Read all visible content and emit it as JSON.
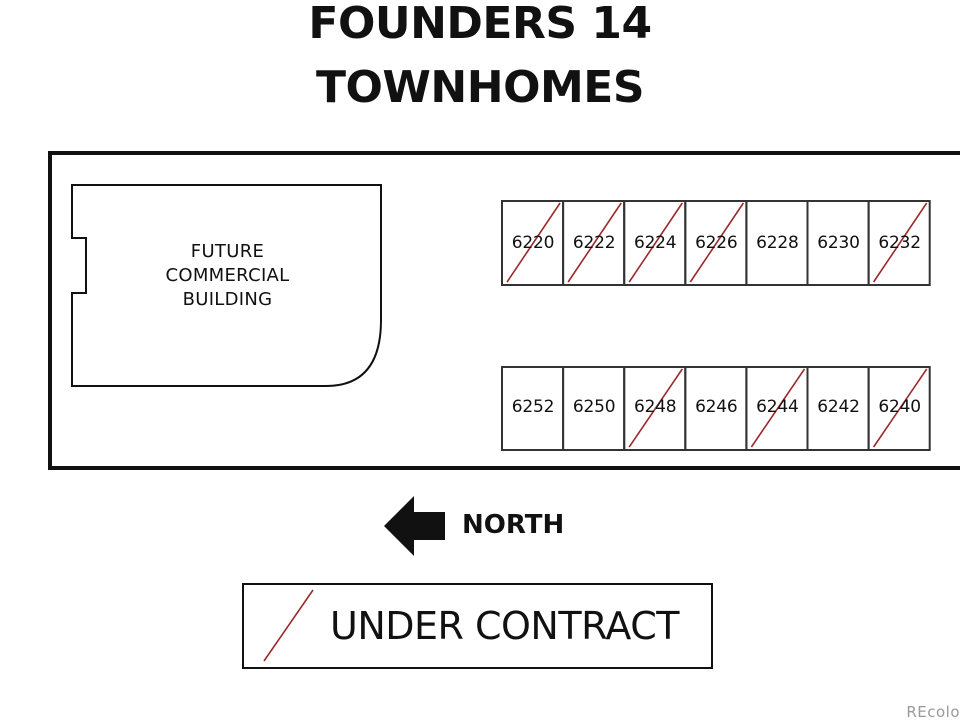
{
  "title": {
    "line1": "FOUNDERS 14",
    "line2": "TOWNHOMES"
  },
  "building": {
    "line1": "FUTURE",
    "line2": "COMMERCIAL",
    "line3": "BUILDING"
  },
  "north_label": "NORTH",
  "legend": {
    "label": "UNDER CONTRACT",
    "mark_color": "#9b2a2a"
  },
  "units_top": [
    {
      "number": "6220",
      "under_contract": true
    },
    {
      "number": "6222",
      "under_contract": true
    },
    {
      "number": "6224",
      "under_contract": true
    },
    {
      "number": "6226",
      "under_contract": true
    },
    {
      "number": "6228",
      "under_contract": false
    },
    {
      "number": "6230",
      "under_contract": false
    },
    {
      "number": "6232",
      "under_contract": true
    }
  ],
  "units_bottom": [
    {
      "number": "6252",
      "under_contract": false
    },
    {
      "number": "6250",
      "under_contract": false
    },
    {
      "number": "6248",
      "under_contract": true
    },
    {
      "number": "6246",
      "under_contract": false
    },
    {
      "number": "6244",
      "under_contract": true
    },
    {
      "number": "6242",
      "under_contract": false
    },
    {
      "number": "6240",
      "under_contract": true
    }
  ],
  "watermark": "REcolo"
}
